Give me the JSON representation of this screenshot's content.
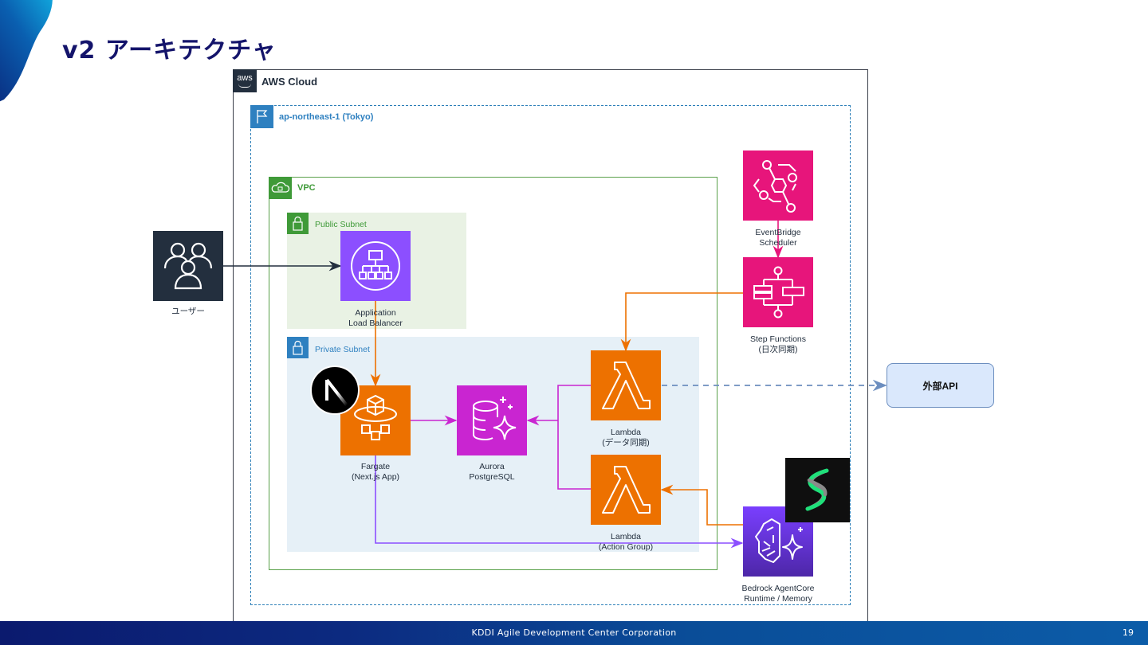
{
  "slide": {
    "title": "v2 アーキテクチャ",
    "page_number": "19",
    "footer": "KDDI Agile Development Center Corporation"
  },
  "groups": {
    "aws_cloud": "AWS Cloud",
    "aws_logo": "aws",
    "region": "ap-northeast-1 (Tokyo)",
    "vpc": "VPC",
    "public_subnet": "Public Subnet",
    "private_subnet": "Private Subnet"
  },
  "nodes": {
    "user": {
      "label": "ユーザー",
      "icon": "users-icon"
    },
    "alb": {
      "line1": "Application",
      "line2": "Load Balancer",
      "icon": "load-balancer-icon",
      "color": "#8c4fff"
    },
    "fargate": {
      "line1": "Fargate",
      "line2": "(Next.js App)",
      "icon": "fargate-icon",
      "color": "#ed7100"
    },
    "aurora": {
      "line1": "Aurora",
      "line2": "PostgreSQL",
      "icon": "aurora-icon",
      "color": "#c925d1"
    },
    "lambda_sync": {
      "line1": "Lambda",
      "line2": "(データ同期)",
      "icon": "lambda-icon",
      "color": "#ed7100"
    },
    "lambda_action": {
      "line1": "Lambda",
      "line2": "(Action Group)",
      "icon": "lambda-icon",
      "color": "#ed7100"
    },
    "eventbridge": {
      "line1": "EventBridge",
      "line2": "Scheduler",
      "icon": "eventbridge-icon",
      "color": "#e7157b"
    },
    "stepfunctions": {
      "line1": "Step Functions",
      "line2": "(日次同期)",
      "icon": "step-functions-icon",
      "color": "#e7157b"
    },
    "bedrock": {
      "line1": "Bedrock AgentCore",
      "line2": "Runtime / Memory",
      "icon": "bedrock-agentcore-icon",
      "color": "#6b2cd6"
    },
    "external_api": {
      "label": "外部API",
      "color": "#dae8fc"
    },
    "nextjs_logo": {
      "icon": "nextjs-logo-icon"
    },
    "strands_logo": {
      "icon": "strands-logo-icon"
    }
  },
  "connections": [
    {
      "from": "user",
      "to": "alb",
      "color": "#232f3e"
    },
    {
      "from": "alb",
      "to": "fargate",
      "color": "#ed7100"
    },
    {
      "from": "fargate",
      "to": "aurora",
      "color": "#c925d1"
    },
    {
      "from": "lambda_sync",
      "to": "aurora",
      "color": "#c925d1"
    },
    {
      "from": "lambda_action",
      "to": "aurora",
      "color": "#c925d1"
    },
    {
      "from": "eventbridge",
      "to": "stepfunctions",
      "color": "#e7157b"
    },
    {
      "from": "stepfunctions",
      "to": "lambda_sync",
      "color": "#ed7100"
    },
    {
      "from": "lambda_sync",
      "to": "external_api",
      "color": "#6c8ebf",
      "style": "dashed"
    },
    {
      "from": "bedrock",
      "to": "lambda_action",
      "color": "#ed7100"
    },
    {
      "from": "fargate",
      "to": "bedrock",
      "color": "#8c4fff"
    }
  ]
}
